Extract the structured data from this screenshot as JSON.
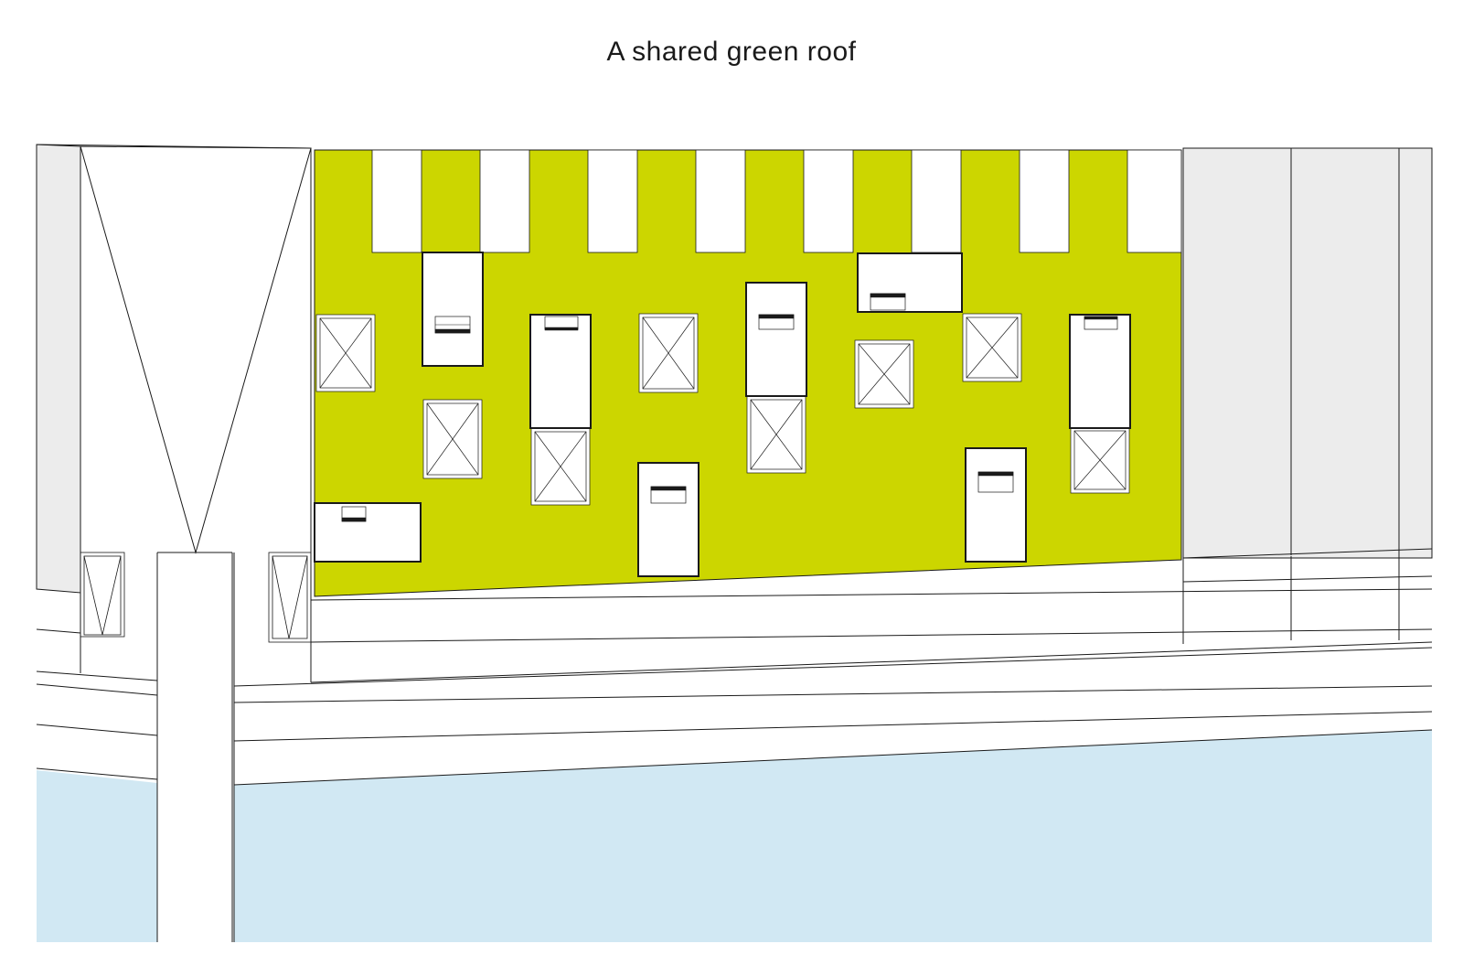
{
  "title": "A shared green roof",
  "colors": {
    "green_roof": "#ccd600",
    "water": "#d1e8f3",
    "neighbour_building": "#ececec",
    "line": "#1a1a1a",
    "background": "#ffffff"
  },
  "elements": {
    "green_roof": "shared green roof",
    "water": "canal",
    "neighbour_buildings": "adjacent buildings",
    "walkway": "quay / walkways",
    "rooftop_houses": "rooftop pavilions with stairs",
    "skylights": "roof lights",
    "terraces": "roof terrace cut-outs"
  }
}
